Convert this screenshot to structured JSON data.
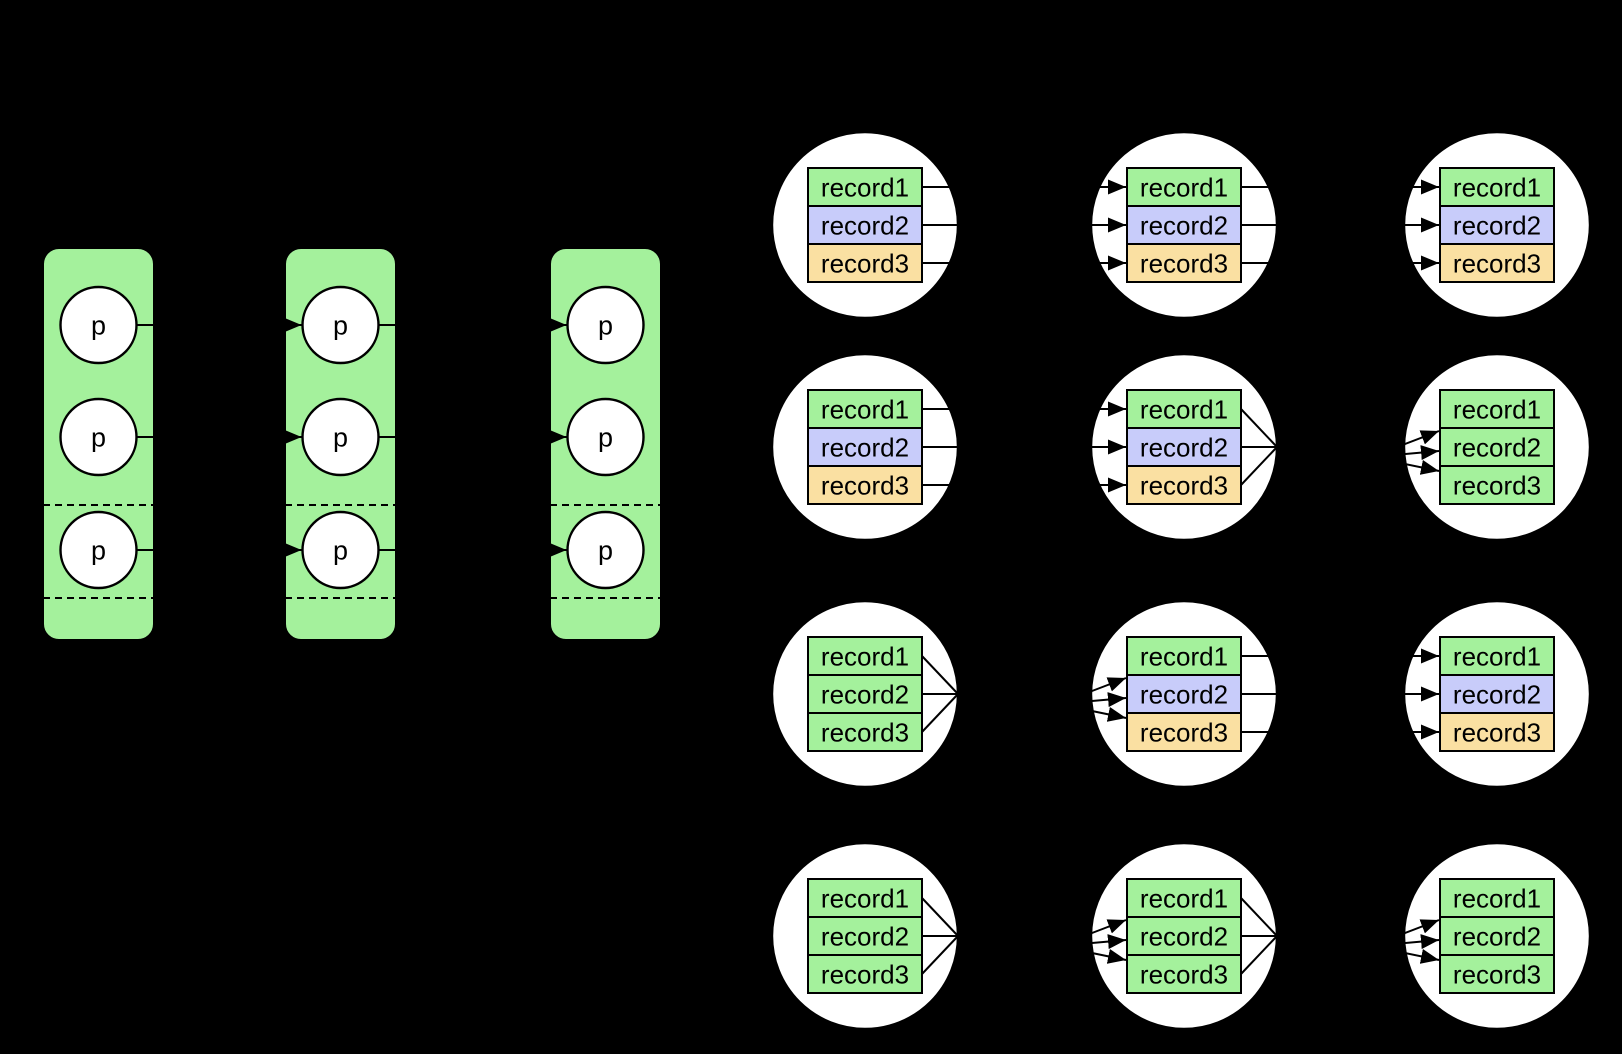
{
  "diagram": {
    "background": "#000000",
    "stroke_color": "#000000",
    "palette": {
      "green": "#a4f19c",
      "lavender": "#c8ccfa",
      "orange": "#fae0a2",
      "page_fill": "#ffffff",
      "pointer_box_fill": "#a4f19c"
    },
    "pointer_label": "p",
    "record_labels": [
      "record1",
      "record2",
      "record3"
    ],
    "pointer_boxes": [
      {
        "id": "pointer-box-1",
        "pointers": [
          "p",
          "p",
          "p"
        ],
        "arrows_in": false,
        "lines_out": true
      },
      {
        "id": "pointer-box-2",
        "pointers": [
          "p",
          "p",
          "p"
        ],
        "arrows_in": true,
        "lines_out": true
      },
      {
        "id": "pointer-box-3",
        "pointers": [
          "p",
          "p",
          "p"
        ],
        "arrows_in": true,
        "lines_out": false
      }
    ],
    "page_grid": {
      "rows": [
        {
          "cells": [
            {
              "records": [
                "record1",
                "record2",
                "record3"
              ],
              "colors": [
                "green",
                "lavender",
                "orange"
              ],
              "arrows_in": "none",
              "lines_out": "straight"
            },
            {
              "records": [
                "record1",
                "record2",
                "record3"
              ],
              "colors": [
                "green",
                "lavender",
                "orange"
              ],
              "arrows_in": "straight",
              "lines_out": "straight"
            },
            {
              "records": [
                "record1",
                "record2",
                "record3"
              ],
              "colors": [
                "green",
                "lavender",
                "orange"
              ],
              "arrows_in": "straight",
              "lines_out": "none"
            }
          ]
        },
        {
          "cells": [
            {
              "records": [
                "record1",
                "record2",
                "record3"
              ],
              "colors": [
                "green",
                "lavender",
                "orange"
              ],
              "arrows_in": "none",
              "lines_out": "straight"
            },
            {
              "records": [
                "record1",
                "record2",
                "record3"
              ],
              "colors": [
                "green",
                "lavender",
                "orange"
              ],
              "arrows_in": "straight",
              "lines_out": "converge"
            },
            {
              "records": [
                "record1",
                "record2",
                "record3"
              ],
              "colors": [
                "green",
                "green",
                "green"
              ],
              "arrows_in": "converge",
              "lines_out": "none"
            }
          ]
        },
        {
          "cells": [
            {
              "records": [
                "record1",
                "record2",
                "record3"
              ],
              "colors": [
                "green",
                "green",
                "green"
              ],
              "arrows_in": "none",
              "lines_out": "converge"
            },
            {
              "records": [
                "record1",
                "record2",
                "record3"
              ],
              "colors": [
                "green",
                "lavender",
                "orange"
              ],
              "arrows_in": "converge",
              "lines_out": "straight"
            },
            {
              "records": [
                "record1",
                "record2",
                "record3"
              ],
              "colors": [
                "green",
                "lavender",
                "orange"
              ],
              "arrows_in": "straight",
              "lines_out": "none"
            }
          ]
        },
        {
          "cells": [
            {
              "records": [
                "record1",
                "record2",
                "record3"
              ],
              "colors": [
                "green",
                "green",
                "green"
              ],
              "arrows_in": "none",
              "lines_out": "converge"
            },
            {
              "records": [
                "record1",
                "record2",
                "record3"
              ],
              "colors": [
                "green",
                "green",
                "green"
              ],
              "arrows_in": "converge",
              "lines_out": "converge"
            },
            {
              "records": [
                "record1",
                "record2",
                "record3"
              ],
              "colors": [
                "green",
                "green",
                "green"
              ],
              "arrows_in": "converge",
              "lines_out": "none"
            }
          ]
        }
      ]
    }
  }
}
